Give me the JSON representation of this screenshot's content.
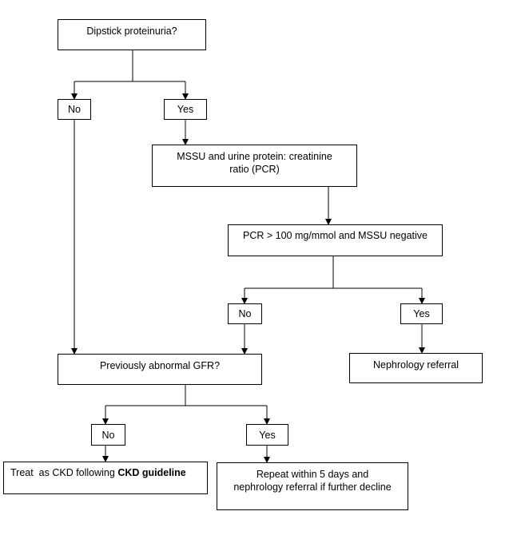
{
  "flowchart": {
    "start": "Dipstick proteinuria?",
    "start_no": "No",
    "start_yes": "Yes",
    "mssu_pcr": "MSSU and urine  protein: creatinine ratio (PCR)",
    "pcr_condition": "PCR > 100 mg/mmol and MSSU negative",
    "pcr_no": "No",
    "pcr_yes": "Yes",
    "nephrology_referral": "Nephrology referral",
    "gfr_question": "Previously abnormal GFR?",
    "gfr_no": "No",
    "gfr_yes": "Yes",
    "treat_prefix": "Treat  as CKD following ",
    "treat_link": "CKD guideline",
    "repeat_line1": "Repeat within 5 days and",
    "repeat_line2": "nephrology referral if further decline"
  }
}
